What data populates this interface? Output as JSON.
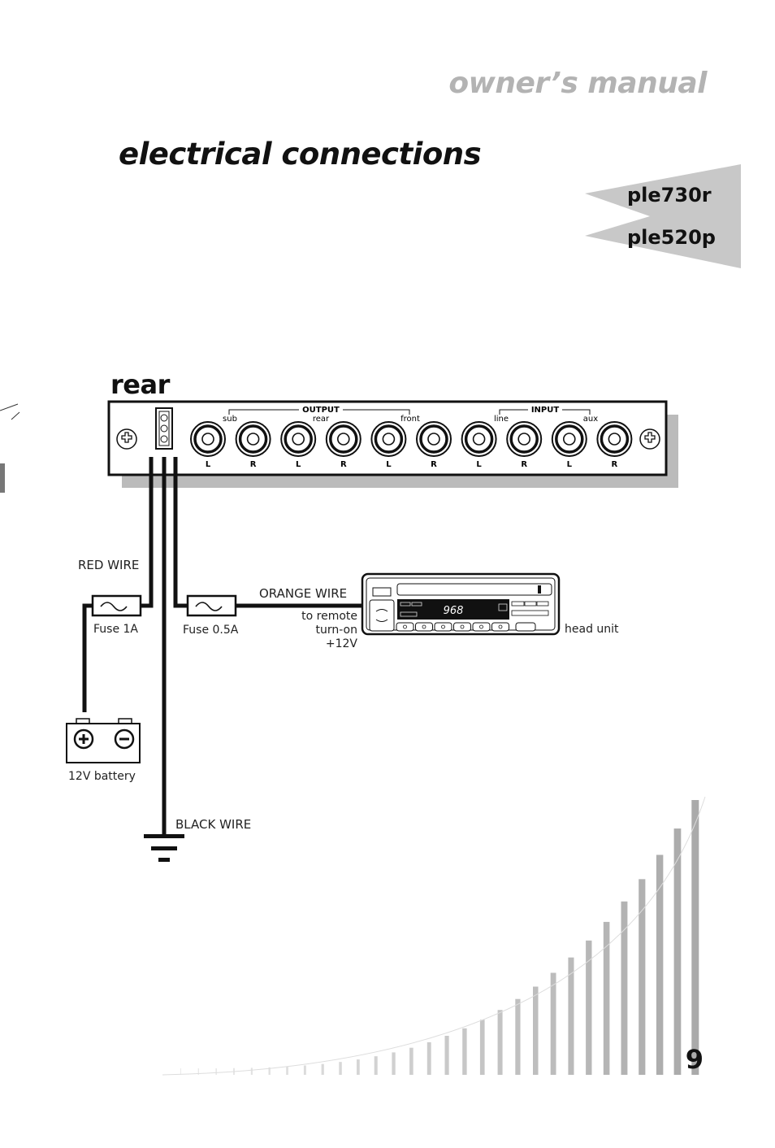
{
  "header": {
    "manual_title": "owner’s manual",
    "section_title": "electrical connections",
    "models": [
      "ple730r",
      "ple520p"
    ]
  },
  "diagram": {
    "heading": "rear",
    "panel": {
      "output_group": "OUTPUT",
      "input_group": "INPUT",
      "sub_labels": [
        "sub",
        "rear",
        "front",
        "line",
        "aux"
      ],
      "channel_labels": [
        "L",
        "R",
        "L",
        "R",
        "L",
        "R",
        "L",
        "R",
        "L",
        "R"
      ]
    },
    "wires": {
      "red": "RED WIRE",
      "orange": "ORANGE WIRE",
      "black": "BLACK WIRE"
    },
    "fuses": {
      "fuse1": "Fuse 1A",
      "fuse2": "Fuse 0.5A"
    },
    "remote": {
      "line1": "to remote",
      "line2": "turn-on",
      "line3": "+12V"
    },
    "head_unit": {
      "label": "head unit",
      "display": "968"
    },
    "battery": "12V battery"
  },
  "footer": {
    "page_number": "9"
  }
}
